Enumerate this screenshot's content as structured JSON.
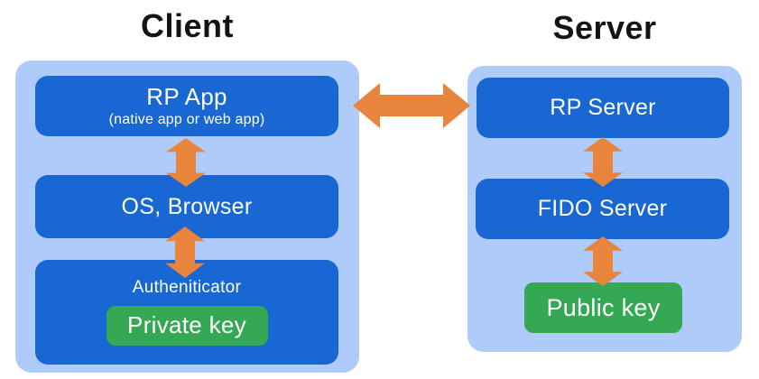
{
  "client": {
    "title": "Client",
    "rp_app": {
      "label": "RP App",
      "sublabel": "(native app or web app)"
    },
    "os_browser": {
      "label": "OS, Browser"
    },
    "authenticator": {
      "label": "Autheniticator",
      "key_label": "Private key"
    }
  },
  "server": {
    "title": "Server",
    "rp_server": {
      "label": "RP Server"
    },
    "fido_server": {
      "label": "FIDO Server"
    },
    "public_key": {
      "label": "Public key"
    }
  },
  "colors": {
    "container_bg": "#AECBFA",
    "box_bg": "#1967D2",
    "key_bg": "#34A853",
    "arrow": "#E8843B",
    "title_text": "#141414",
    "box_text": "#FFFFFF"
  }
}
